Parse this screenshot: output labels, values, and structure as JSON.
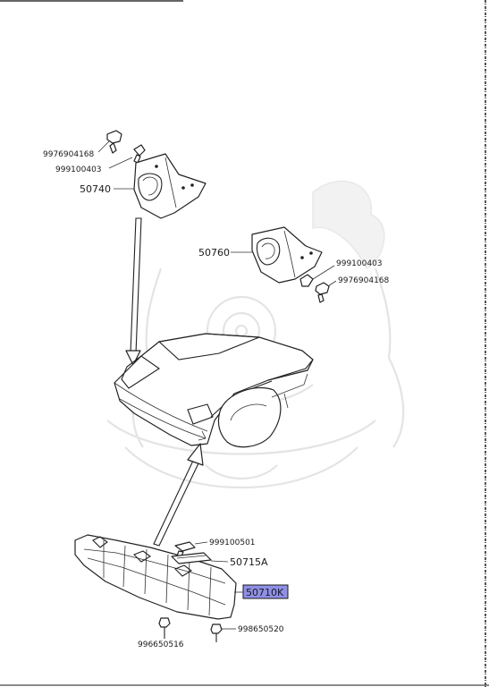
{
  "parts": {
    "bolt_top_left": "9976904168",
    "clip_top_left": "999100403",
    "bracket_left": "50740",
    "bracket_right": "50760",
    "clip_right": "999100403",
    "bolt_right": "9976904168",
    "clip_front": "999100501",
    "strip": "50715A",
    "undercover": "50710K",
    "bolt_bottom_left": "996650516",
    "bolt_bottom_right": "998650520"
  },
  "highlight_color": "#8f8fe8"
}
